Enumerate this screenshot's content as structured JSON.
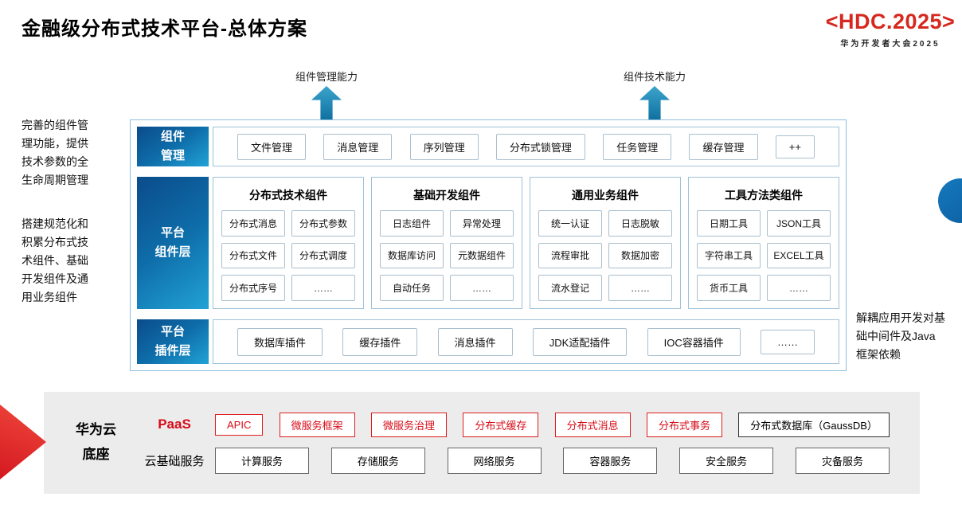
{
  "page": {
    "title": "金融级分布式技术平台-总体方案"
  },
  "logo": {
    "text": "<HDC.2025>",
    "subtitle": "华为开发者大会2025"
  },
  "arrows": {
    "left": "组件管理能力",
    "right": "组件技术能力"
  },
  "notes": {
    "left_top": "完善的组件管理功能，提供技术参数的全生命周期管理",
    "left_mid": "搭建规范化和积累分布式技术组件、基础开发组件及通用业务组件",
    "right": "解耦应用开发对基础中间件及Java框架依赖"
  },
  "platform": {
    "component_mgmt": {
      "label": "组件\n管理",
      "items": [
        "文件管理",
        "消息管理",
        "序列管理",
        "分布式锁管理",
        "任务管理",
        "缓存管理",
        "++"
      ]
    },
    "component_layer": {
      "label": "平台\n组件层",
      "groups": [
        {
          "title": "分布式技术组件",
          "items": [
            "分布式消息",
            "分布式参数",
            "分布式文件",
            "分布式调度",
            "分布式序号",
            "……"
          ]
        },
        {
          "title": "基础开发组件",
          "items": [
            "日志组件",
            "异常处理",
            "数据库访问",
            "元数据组件",
            "自动任务",
            "……"
          ]
        },
        {
          "title": "通用业务组件",
          "items": [
            "统一认证",
            "日志脱敏",
            "流程审批",
            "数据加密",
            "流水登记",
            "……"
          ]
        },
        {
          "title": "工具方法类组件",
          "items": [
            "日期工具",
            "JSON工具",
            "字符串工具",
            "EXCEL工具",
            "货币工具",
            "……"
          ]
        }
      ]
    },
    "plugin_layer": {
      "label": "平台\n插件层",
      "items": [
        "数据库插件",
        "缓存插件",
        "消息插件",
        "JDK适配插件",
        "IOC容器插件",
        "……"
      ]
    }
  },
  "foundation": {
    "label": "华为云\n底座",
    "paas_label": "PaaS",
    "paas_items": [
      "APIC",
      "微服务框架",
      "微服务治理",
      "分布式缓存",
      "分布式消息",
      "分布式事务"
    ],
    "paas_db": "分布式数据库（GaussDB）",
    "iaas_label": "云基础服务",
    "iaas_items": [
      "计算服务",
      "存储服务",
      "网络服务",
      "容器服务",
      "安全服务",
      "灾备服务"
    ]
  },
  "colors": {
    "accent_red": "#d70c18",
    "layer_blue_dark": "#0b4f8e",
    "layer_blue_light": "#21a2d6",
    "arrow_teal": "#0f6f9f",
    "border_blue": "#9fc2da",
    "foundation_gray": "#ececec"
  }
}
